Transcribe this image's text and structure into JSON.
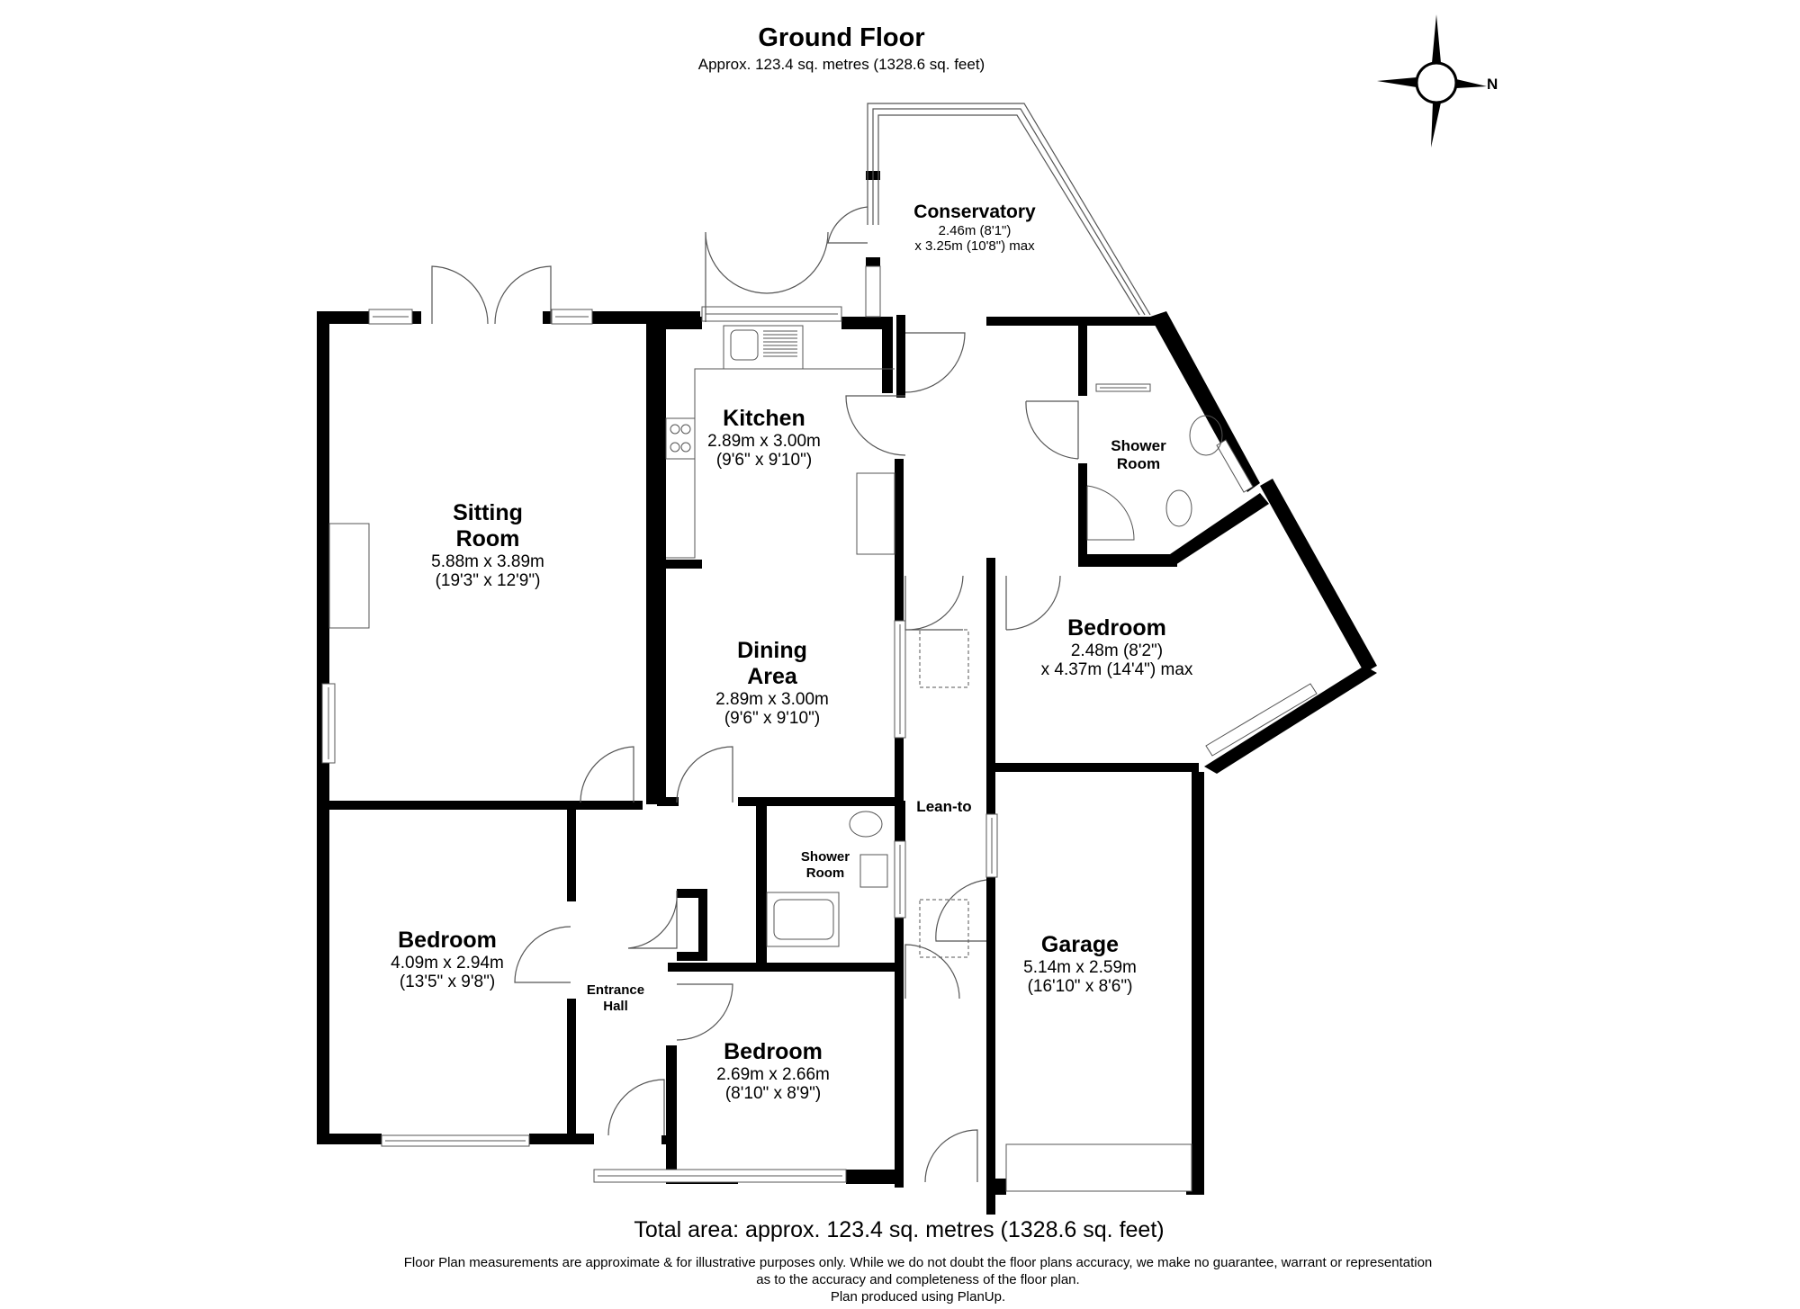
{
  "header": {
    "title": "Ground Floor",
    "subtitle": "Approx. 123.4 sq. metres (1328.6 sq. feet)"
  },
  "compass": {
    "label": "N",
    "icon": "compass-rose-icon"
  },
  "rooms": [
    {
      "id": "conservatory",
      "name": "Conservatory",
      "dims": [
        "2.46m (8'1\")",
        "x 3.25m (10'8\") max"
      ]
    },
    {
      "id": "sitting-room",
      "name": "Sitting Room",
      "name_lines": [
        "Sitting",
        "Room"
      ],
      "dims": [
        "5.88m x 3.89m",
        "(19'3\" x 12'9\")"
      ]
    },
    {
      "id": "kitchen",
      "name": "Kitchen",
      "dims": [
        "2.89m x 3.00m",
        "(9'6\" x 9'10\")"
      ]
    },
    {
      "id": "shower-room-1",
      "name": "Shower Room",
      "name_lines": [
        "Shower",
        "Room"
      ],
      "dims": []
    },
    {
      "id": "dining-area",
      "name": "Dining Area",
      "name_lines": [
        "Dining",
        "Area"
      ],
      "dims": [
        "2.89m x 3.00m",
        "(9'6\" x 9'10\")"
      ]
    },
    {
      "id": "bedroom-east",
      "name": "Bedroom",
      "dims": [
        "2.48m (8'2\")",
        "x 4.37m (14'4\") max"
      ]
    },
    {
      "id": "lean-to",
      "name": "Lean-to",
      "dims": []
    },
    {
      "id": "shower-room-2",
      "name": "Shower Room",
      "name_lines": [
        "Shower",
        "Room"
      ],
      "dims": []
    },
    {
      "id": "bedroom-west",
      "name": "Bedroom",
      "dims": [
        "4.09m x 2.94m",
        "(13'5\" x 9'8\")"
      ]
    },
    {
      "id": "entrance-hall",
      "name": "Entrance Hall",
      "name_lines": [
        "Entrance",
        "Hall"
      ],
      "dims": []
    },
    {
      "id": "bedroom-south",
      "name": "Bedroom",
      "dims": [
        "2.69m x 2.66m",
        "(8'10\" x 8'9\")"
      ]
    },
    {
      "id": "garage",
      "name": "Garage",
      "dims": [
        "5.14m x 2.59m",
        "(16'10\" x 8'6\")"
      ]
    }
  ],
  "footer": {
    "total_area": "Total area: approx. 123.4 sq. metres (1328.6 sq. feet)",
    "disclaimer_lines": [
      "Floor Plan measurements are approximate & for illustrative purposes only. While we do not doubt the floor plans accuracy, we make no guarantee, warrant or representation",
      "as to the accuracy and completeness of the floor plan.",
      "Plan produced using PlanUp."
    ]
  },
  "colors": {
    "wall": "#000000",
    "line": "#555555",
    "background": "#ffffff"
  }
}
